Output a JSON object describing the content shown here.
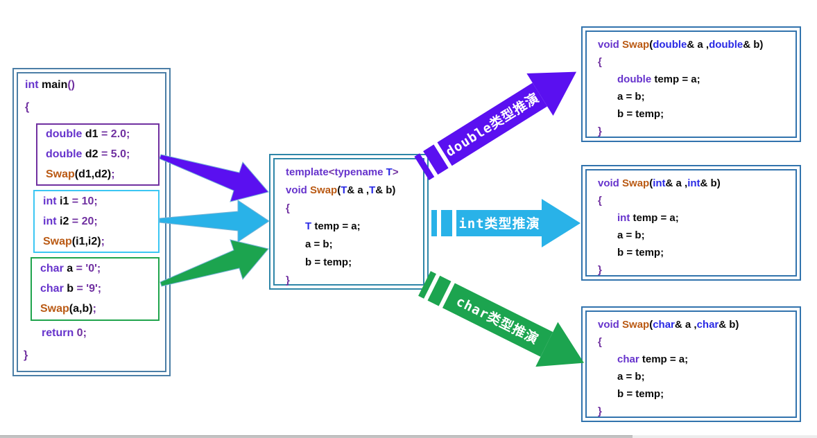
{
  "palette": {
    "box_border_left": "#4B7EA6",
    "box_border_template": "#2E86A8",
    "box_border_result": "#3173AD",
    "group_double_border": "#7030A0",
    "group_int_border": "#3BC6F3",
    "group_char_border": "#1FA44C",
    "arrow_double": "#5A10F0",
    "arrow_int": "#29B2E8",
    "arrow_char": "#1CA44F",
    "code_keyword": "#6633CC",
    "code_operator": "#7030A0",
    "code_function": "#BA5A14",
    "code_type": "#2A2AE5",
    "code_identifier": "#0a0a0a",
    "arrow_label_text": "#ffffff",
    "scrollbar_track": "#ededed",
    "scrollbar_thumb": "#c4c4c4"
  },
  "left_box": {
    "lines": {
      "header": [
        {
          "t": "int ",
          "c": "kw"
        },
        {
          "t": "main",
          "c": "id"
        },
        {
          "t": "()",
          "c": "op"
        }
      ],
      "open_brace": [
        {
          "t": "{",
          "c": "op"
        }
      ],
      "return_line": [
        {
          "t": "return ",
          "c": "kw"
        },
        {
          "t": "0;",
          "c": "op"
        }
      ],
      "close_brace": [
        {
          "t": "}",
          "c": "op"
        }
      ]
    },
    "groups": [
      {
        "name": "double-group",
        "lines": [
          [
            {
              "t": "double ",
              "c": "kw"
            },
            {
              "t": "d1",
              "c": "id"
            },
            {
              "t": " = 2.0;",
              "c": "op"
            }
          ],
          [
            {
              "t": "double ",
              "c": "kw"
            },
            {
              "t": "d2",
              "c": "id"
            },
            {
              "t": " = 5.0;",
              "c": "op"
            }
          ],
          [
            {
              "t": "Swap",
              "c": "fn"
            },
            {
              "t": "(d1,d2)",
              "c": "id"
            },
            {
              "t": ";",
              "c": "op"
            }
          ]
        ]
      },
      {
        "name": "int-group",
        "lines": [
          [
            {
              "t": "int ",
              "c": "kw"
            },
            {
              "t": "i1",
              "c": "id"
            },
            {
              "t": " = 10;",
              "c": "op"
            }
          ],
          [
            {
              "t": "int ",
              "c": "kw"
            },
            {
              "t": "i2",
              "c": "id"
            },
            {
              "t": " = 20;",
              "c": "op"
            }
          ],
          [
            {
              "t": "Swap",
              "c": "fn"
            },
            {
              "t": "(i1,i2)",
              "c": "id"
            },
            {
              "t": ";",
              "c": "op"
            }
          ]
        ]
      },
      {
        "name": "char-group",
        "lines": [
          [
            {
              "t": "char ",
              "c": "kw"
            },
            {
              "t": "a",
              "c": "id"
            },
            {
              "t": " = '0';",
              "c": "op"
            }
          ],
          [
            {
              "t": "char ",
              "c": "kw"
            },
            {
              "t": "b",
              "c": "id"
            },
            {
              "t": " = '9';",
              "c": "op"
            }
          ],
          [
            {
              "t": "Swap",
              "c": "fn"
            },
            {
              "t": "(a,b)",
              "c": "id"
            },
            {
              "t": ";",
              "c": "op"
            }
          ]
        ]
      }
    ]
  },
  "template_box": {
    "lines": [
      [
        {
          "t": "template",
          "c": "kw"
        },
        {
          "t": "<",
          "c": "op"
        },
        {
          "t": "typename ",
          "c": "kw"
        },
        {
          "t": "T",
          "c": "ty"
        },
        {
          "t": ">",
          "c": "op"
        }
      ],
      [
        {
          "t": "void ",
          "c": "kw"
        },
        {
          "t": "Swap",
          "c": "fn"
        },
        {
          "t": "(",
          "c": "id"
        },
        {
          "t": "T",
          "c": "ty"
        },
        {
          "t": "& a ,",
          "c": "id"
        },
        {
          "t": "T",
          "c": "ty"
        },
        {
          "t": "& b)",
          "c": "id"
        }
      ],
      [
        {
          "t": "{",
          "c": "op"
        }
      ],
      {
        "ind": 1,
        "seg": [
          {
            "t": "T ",
            "c": "ty"
          },
          {
            "t": "temp = a;",
            "c": "id"
          }
        ]
      },
      {
        "ind": 1,
        "seg": [
          {
            "t": "a = b;",
            "c": "id"
          }
        ]
      },
      {
        "ind": 1,
        "seg": [
          {
            "t": "b = temp;",
            "c": "id"
          }
        ]
      },
      [
        {
          "t": "}",
          "c": "op"
        }
      ]
    ]
  },
  "result_boxes": [
    {
      "name": "swap-double",
      "lines": [
        [
          {
            "t": "void ",
            "c": "kw"
          },
          {
            "t": "Swap",
            "c": "fn"
          },
          {
            "t": "(",
            "c": "id"
          },
          {
            "t": "double",
            "c": "ty"
          },
          {
            "t": "& a ,",
            "c": "id"
          },
          {
            "t": "double",
            "c": "ty"
          },
          {
            "t": "& b)",
            "c": "id"
          }
        ],
        [
          {
            "t": "{",
            "c": "op"
          }
        ],
        {
          "ind": 1,
          "seg": [
            {
              "t": "double ",
              "c": "kw"
            },
            {
              "t": "temp = a;",
              "c": "id"
            }
          ]
        },
        {
          "ind": 1,
          "seg": [
            {
              "t": "a = b;",
              "c": "id"
            }
          ]
        },
        {
          "ind": 1,
          "seg": [
            {
              "t": "b = temp;",
              "c": "id"
            }
          ]
        },
        [
          {
            "t": "}",
            "c": "op"
          }
        ]
      ]
    },
    {
      "name": "swap-int",
      "lines": [
        [
          {
            "t": "void ",
            "c": "kw"
          },
          {
            "t": "Swap",
            "c": "fn"
          },
          {
            "t": "(",
            "c": "id"
          },
          {
            "t": "int",
            "c": "ty"
          },
          {
            "t": "& a ,",
            "c": "id"
          },
          {
            "t": "int",
            "c": "ty"
          },
          {
            "t": "& b)",
            "c": "id"
          }
        ],
        [
          {
            "t": "{",
            "c": "op"
          }
        ],
        {
          "ind": 1,
          "seg": [
            {
              "t": "int ",
              "c": "kw"
            },
            {
              "t": "temp = a;",
              "c": "id"
            }
          ]
        },
        {
          "ind": 1,
          "seg": [
            {
              "t": "a = b;",
              "c": "id"
            }
          ]
        },
        {
          "ind": 1,
          "seg": [
            {
              "t": "b = temp;",
              "c": "id"
            }
          ]
        },
        [
          {
            "t": "}",
            "c": "op"
          }
        ]
      ]
    },
    {
      "name": "swap-char",
      "lines": [
        [
          {
            "t": "void ",
            "c": "kw"
          },
          {
            "t": "Swap",
            "c": "fn"
          },
          {
            "t": "(",
            "c": "id"
          },
          {
            "t": "char",
            "c": "ty"
          },
          {
            "t": "& a ,",
            "c": "id"
          },
          {
            "t": "char",
            "c": "ty"
          },
          {
            "t": "& b)",
            "c": "id"
          }
        ],
        [
          {
            "t": "{",
            "c": "op"
          }
        ],
        {
          "ind": 1,
          "seg": [
            {
              "t": "char ",
              "c": "kw"
            },
            {
              "t": "temp = a;",
              "c": "id"
            }
          ]
        },
        {
          "ind": 1,
          "seg": [
            {
              "t": "a = b;",
              "c": "id"
            }
          ]
        },
        {
          "ind": 1,
          "seg": [
            {
              "t": "b = temp;",
              "c": "id"
            }
          ]
        },
        [
          {
            "t": "}",
            "c": "op"
          }
        ]
      ]
    }
  ],
  "arrows": {
    "striped": [
      {
        "label": "double类型推演"
      },
      {
        "label": "int类型推演"
      },
      {
        "label": "char类型推演"
      }
    ]
  }
}
